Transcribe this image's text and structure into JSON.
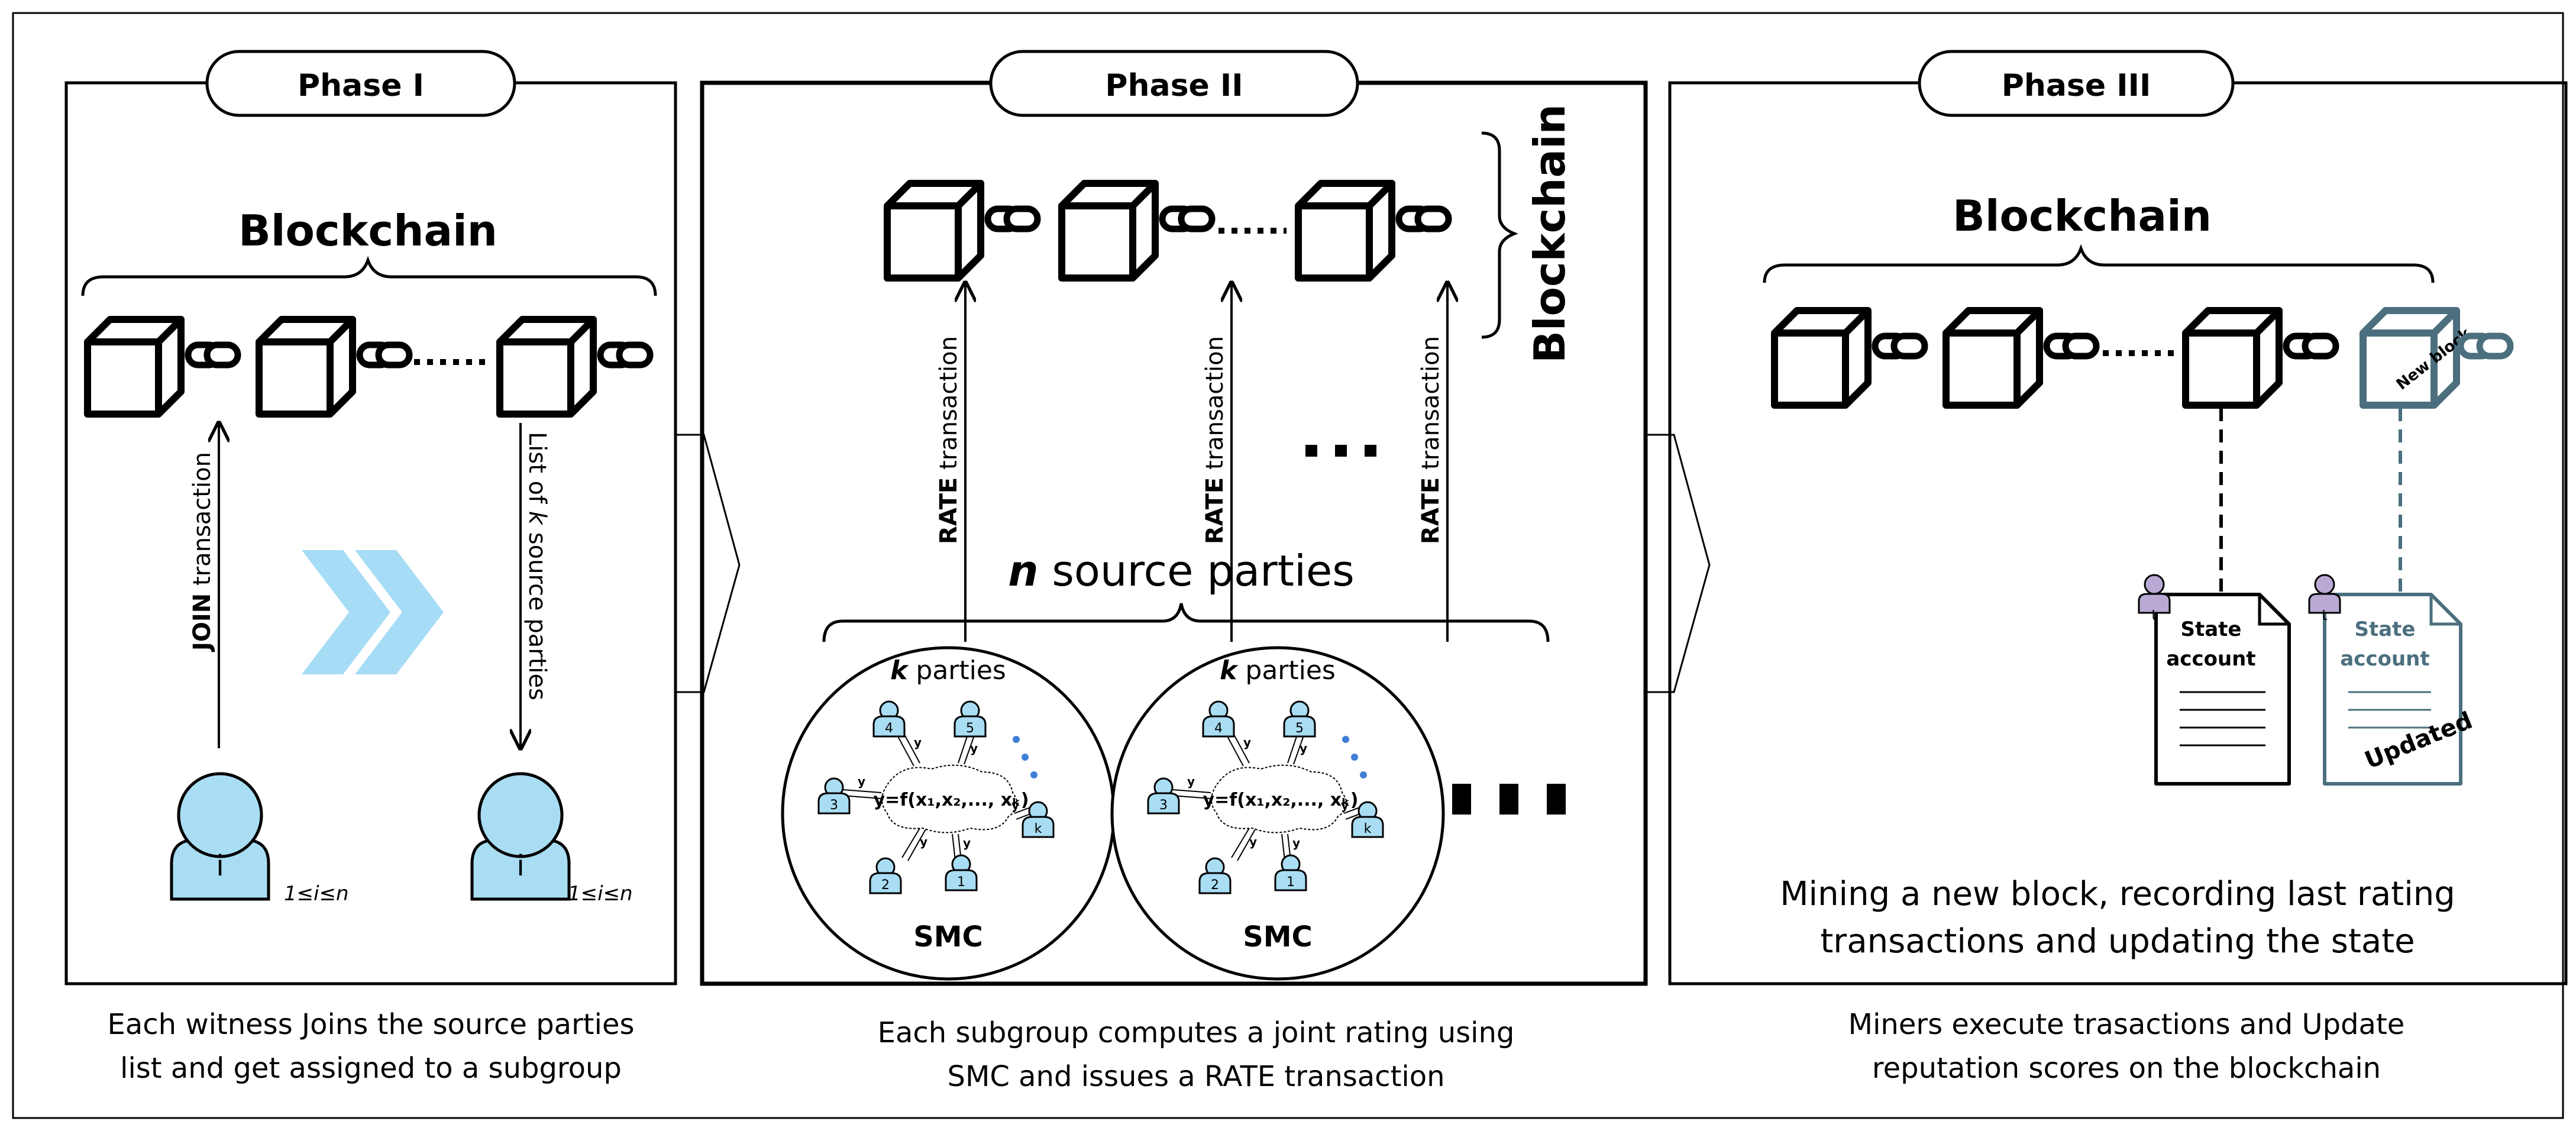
{
  "colors": {
    "stroke": "#000000",
    "person_fill": "#a9ddf3",
    "chevron_fill": "#a6dcf5",
    "new_block": "#4b6f7e",
    "token_fill": "#b9a9d4",
    "dots_blue": "#3f7fd6"
  },
  "phase1": {
    "title": "Phase I",
    "blockchain_label": "Blockchain",
    "join_bold": "JOIN",
    "join_rest": "transaction",
    "list_pre": "List of ",
    "list_k": "k",
    "list_post": " source parties",
    "person_label": "i",
    "range_1": "1≤i≤n",
    "range_2": "1≤i≤n",
    "caption_line1": "Each witness Joins the source parties",
    "caption_line2": "list and get assigned to a subgroup"
  },
  "phase2": {
    "title": "Phase II",
    "blockchain_label": "Blockchain",
    "rate_bold": "RATE",
    "rate_rest": "transaction",
    "source_parties_n": "n",
    "source_parties_text": "source parties",
    "k_parties_k": "k",
    "k_parties_text": "parties",
    "smc_label": "SMC",
    "formula": "y=f(x₁,x₂,..., xₖ)",
    "node_labels": [
      "4",
      "5",
      "3",
      "k",
      "2",
      "1"
    ],
    "y_label": "y",
    "caption_line1": "Each subgroup computes a joint rating using",
    "caption_line2": "SMC and issues a RATE transaction"
  },
  "phase3": {
    "title": "Phase III",
    "blockchain_label": "Blockchain",
    "new_block_label": "New block",
    "state_account_line1": "State",
    "state_account_line2": "account",
    "updated_label": "Updated",
    "token_label": "t",
    "mining_line1": "Mining a new block, recording last rating",
    "mining_line2": "transactions and updating the state",
    "caption_line1": "Miners execute trasactions and Update",
    "caption_line2": "reputation scores on the blockchain"
  }
}
